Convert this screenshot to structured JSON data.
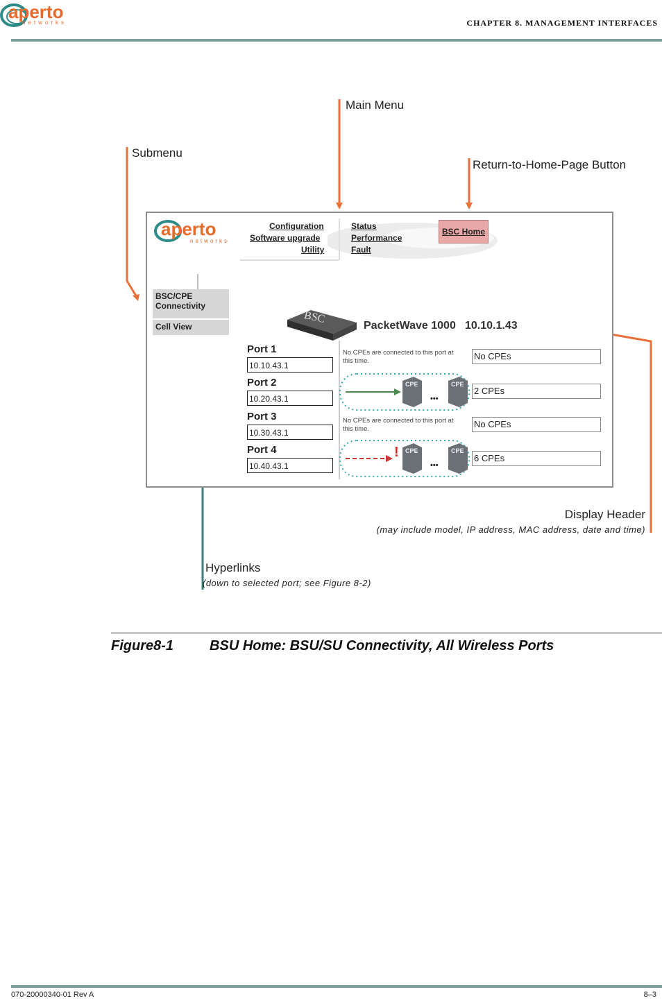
{
  "page_header": {
    "chapter": "CHAPTER 8.  MANAGEMENT INTERFACES",
    "logo_text": "aperto",
    "logo_subtext": "networks"
  },
  "callouts": {
    "main_menu": "Main Menu",
    "submenu": "Submenu",
    "return_home": "Return-to-Home-Page Button",
    "display_header": "Display Header",
    "display_header_note": "(may include model, IP address, MAC address, date and time)",
    "hyperlinks": "Hyperlinks",
    "hyperlinks_note": "(down to selected port; see Figure 8-2)"
  },
  "screenshot": {
    "logo_text": "aperto",
    "logo_subtext": "networks",
    "main_menu_left": [
      "Configuration",
      "Software upgrade",
      "Utility"
    ],
    "main_menu_right": [
      "Status",
      "Performance",
      "Fault"
    ],
    "home_button": "BSC Home",
    "submenu": [
      "BSC/CPE Connectivity",
      "Cell View"
    ],
    "device_label": "BSC",
    "model": "PacketWave 1000",
    "ip": "10.10.1.43",
    "cpe_label": "CPE",
    "ellipsis": "•••",
    "ports": [
      {
        "name": "Port 1",
        "ip": "10.10.43.1",
        "status": "No CPEs",
        "note": "No CPEs are connected to this port at this time."
      },
      {
        "name": "Port 2",
        "ip": "10.20.43.1",
        "status": "2 CPEs",
        "note": ""
      },
      {
        "name": "Port 3",
        "ip": "10.30.43.1",
        "status": "No CPEs",
        "note": "No CPEs are connected to this port at this time."
      },
      {
        "name": "Port 4",
        "ip": "10.40.43.1",
        "status": "6 CPEs",
        "note": ""
      }
    ]
  },
  "caption": {
    "number": "Figure8-1",
    "title": "BSU Home: BSU/SU Connectivity, All Wireless Ports"
  },
  "footer": {
    "doc_number": "070-20000340-01 Rev A",
    "page": "8–3"
  },
  "colors": {
    "rule": "#7a9f9b",
    "callout_orange": "#e8703a",
    "callout_teal": "#3e7f7a",
    "logo_teal": "#2e8b88",
    "logo_orange": "#e86a2a"
  }
}
